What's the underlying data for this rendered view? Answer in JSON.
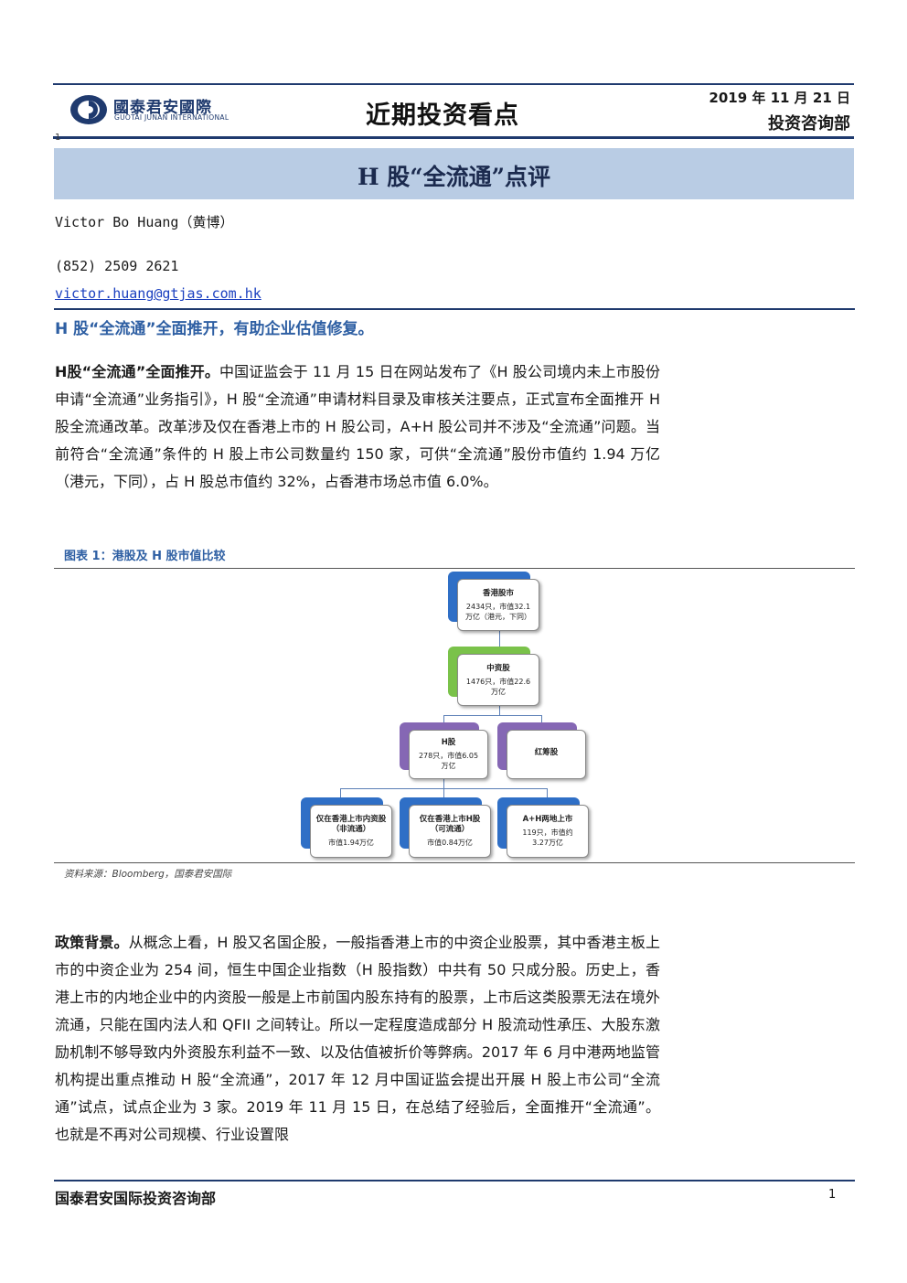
{
  "header": {
    "logo_zh": "國泰君安國際",
    "logo_en": "GUOTAI JUNAN INTERNATIONAL",
    "title": "近期投资看点",
    "date": "2019 年 11 月 21 日",
    "department": "投资咨询部",
    "page_marker": "1"
  },
  "banner": {
    "title": "H 股“全流通”点评"
  },
  "author": {
    "name": "Victor Bo Huang（黄博）",
    "phone": "(852) 2509 2621",
    "email": "victor.huang@gtjas.com.hk"
  },
  "headline": "H 股“全流通”全面推开，有助企业估值修复。",
  "para1": {
    "lead": "H股“全流通”全面推开。",
    "text": "中国证监会于 11 月 15 日在网站发布了《H 股公司境内未上市股份申请“全流通”业务指引》，H 股“全流通”申请材料目录及审核关注要点，正式宣布全面推开 H 股全流通改革。改革涉及仅在香港上市的 H 股公司，A+H 股公司并不涉及“全流通”问题。当前符合“全流通”条件的 H 股上市公司数量约 150 家，可供“全流通”股份市值约 1.94 万亿（港元，下同），占 H 股总市值约 32%，占香港市场总市值 6.0%。"
  },
  "figure": {
    "title": "图表 1：港股及 H 股市值比较",
    "source": "资料来源：Bloomberg，国泰君安国际",
    "colors": {
      "blue": "#2f6fc6",
      "green": "#7ac24a",
      "purple": "#8567b4"
    },
    "nodes": {
      "hk": {
        "title": "香港股市",
        "line1": "2434只，市值32.1",
        "line2": "万亿（港元，下同）"
      },
      "china": {
        "title": "中资股",
        "line1": "1476只，市值22.6",
        "line2": "万亿"
      },
      "h": {
        "title": "H股",
        "line1": "278只，市值6.05",
        "line2": "万亿"
      },
      "red": {
        "title": "红筹股",
        "line1": "",
        "line2": ""
      },
      "non": {
        "title": "仅在香港上市内资股（非流通）",
        "line1": "市值1.94万亿",
        "line2": ""
      },
      "tradable": {
        "title": "仅在香港上市H股（可流通）",
        "line1": "市值0.84万亿",
        "line2": ""
      },
      "ah": {
        "title": "A+H两地上市",
        "line1": "119只，市值约",
        "line2": "3.27万亿"
      }
    }
  },
  "para2": {
    "lead": "政策背景。",
    "text": "从概念上看，H 股又名国企股，一般指香港上市的中资企业股票，其中香港主板上市的中资企业为 254 间，恒生中国企业指数（H 股指数）中共有 50 只成分股。历史上，香港上市的内地企业中的内资股一般是上市前国内股东持有的股票，上市后这类股票无法在境外流通，只能在国内法人和 QFII 之间转让。所以一定程度造成部分 H 股流动性承压、大股东激励机制不够导致内外资股东利益不一致、以及估值被折价等弊病。2017 年 6 月中港两地监管机构提出重点推动 H 股“全流通”，2017 年 12 月中国证监会提出开展 H 股上市公司“全流通”试点，试点企业为 3 家。2019 年 11 月 15 日，在总结了经验后，全面推开“全流通”。也就是不再对公司规模、行业设置限"
  },
  "footer": {
    "org": "国泰君安国际投资咨询部",
    "page": "1"
  }
}
